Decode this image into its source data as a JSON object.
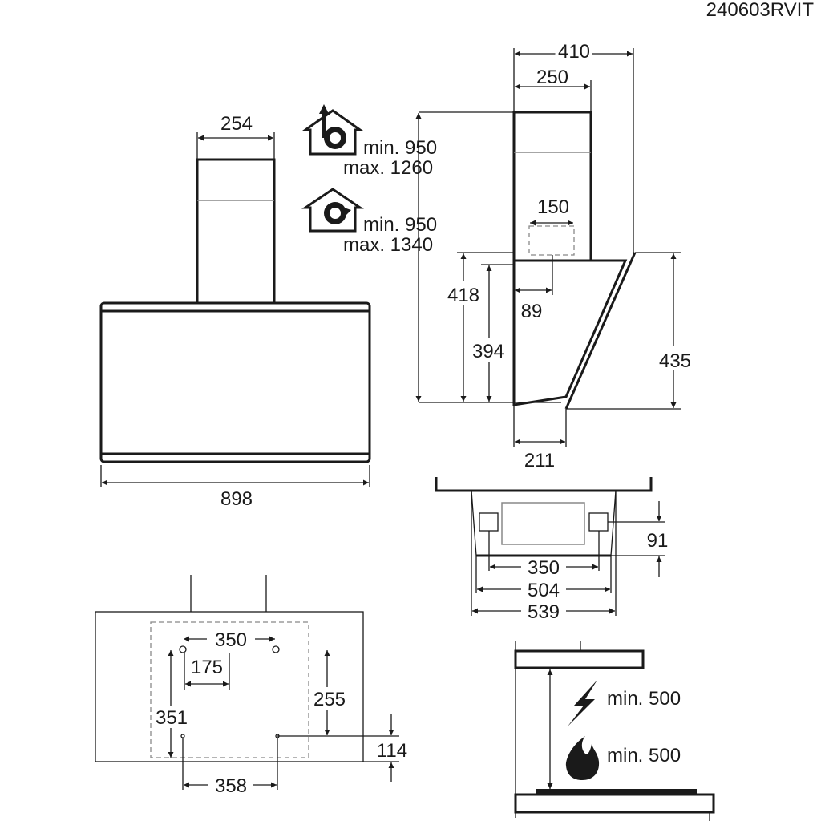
{
  "doc_code": "240603RVIT",
  "front_view": {
    "chimney_width": "254",
    "total_width": "898"
  },
  "installation": {
    "extraction": {
      "icon": "house-extraction-icon",
      "min": "min. 950",
      "max": "max. 1260"
    },
    "recirculation": {
      "icon": "house-recirculation-icon",
      "min": "min. 950",
      "max": "max. 1340"
    }
  },
  "side_view": {
    "total_depth": "410",
    "chimney_depth": "250",
    "outlet": "150",
    "outlet_offset": "89",
    "h418": "418",
    "h394": "394",
    "h435": "435",
    "bottom_depth": "211"
  },
  "top_view": {
    "d91": "91",
    "d350": "350",
    "d504": "504",
    "d539": "539"
  },
  "wall_mount": {
    "d350": "350",
    "d175": "175",
    "d351": "351",
    "d255": "255",
    "d114": "114",
    "d358": "358"
  },
  "clearance": {
    "electric": "min. 500",
    "gas": "min. 500"
  }
}
